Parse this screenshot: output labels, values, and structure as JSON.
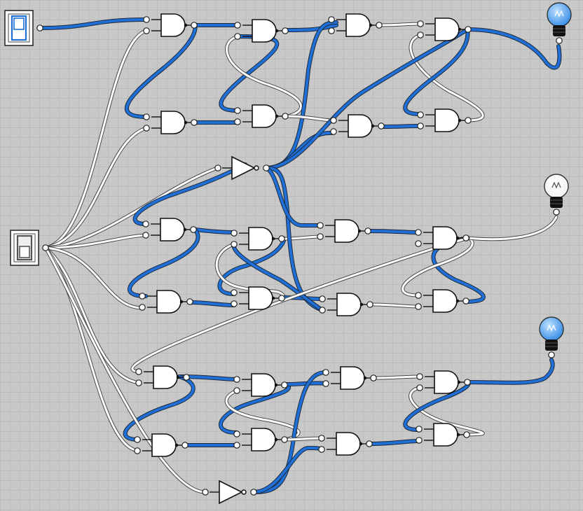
{
  "canvas": {
    "grid": true,
    "background": "#c8c8c8",
    "grid_color": "#bcbcbc"
  },
  "colors": {
    "wire_on": "#1f6fd6",
    "wire_off": "#ffffff",
    "bulb_on": "#3a8fe8",
    "bulb_off": "#ffffff"
  },
  "components": {
    "switches": [
      {
        "name": "input-switch-top",
        "state": "on"
      },
      {
        "name": "input-switch-clock",
        "state": "off"
      }
    ],
    "and_gates": 24,
    "not_gates": 2,
    "bulbs": [
      {
        "name": "output-bulb-1",
        "state": "on",
        "icon": "lightbulb-on-icon"
      },
      {
        "name": "output-bulb-2",
        "state": "off",
        "icon": "lightbulb-off-icon"
      },
      {
        "name": "output-bulb-3",
        "state": "on",
        "icon": "lightbulb-on-icon"
      }
    ]
  }
}
